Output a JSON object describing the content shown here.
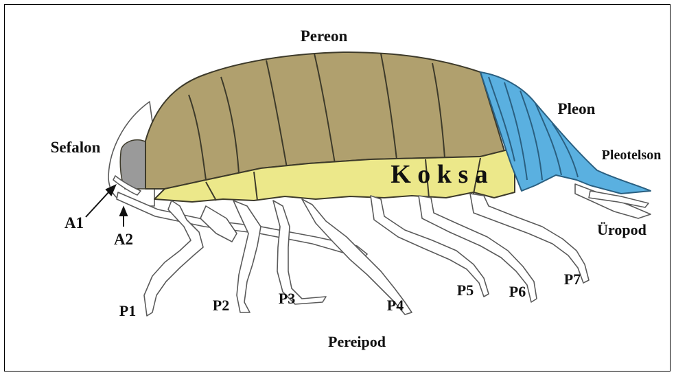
{
  "diagram": {
    "labels": {
      "pereon": "Pereon",
      "pleon": "Pleon",
      "sefalon": "Sefalon",
      "pleotelson": "Pleotelson",
      "koksa": "K o k s a",
      "a1": "A1",
      "a2": "A2",
      "uropod": "Üropod",
      "p1": "P1",
      "p2": "P2",
      "p3": "P3",
      "p4": "P4",
      "p5": "P5",
      "p6": "P6",
      "p7": "P7",
      "pereipod": "Pereipod"
    },
    "colors": {
      "pereon_fill": "#b0a06e",
      "koksa_fill": "#ece88a",
      "pleon_fill": "#5ab0e0",
      "eye_fill": "#9a9a9a",
      "outline": "#3d3a2a"
    }
  }
}
